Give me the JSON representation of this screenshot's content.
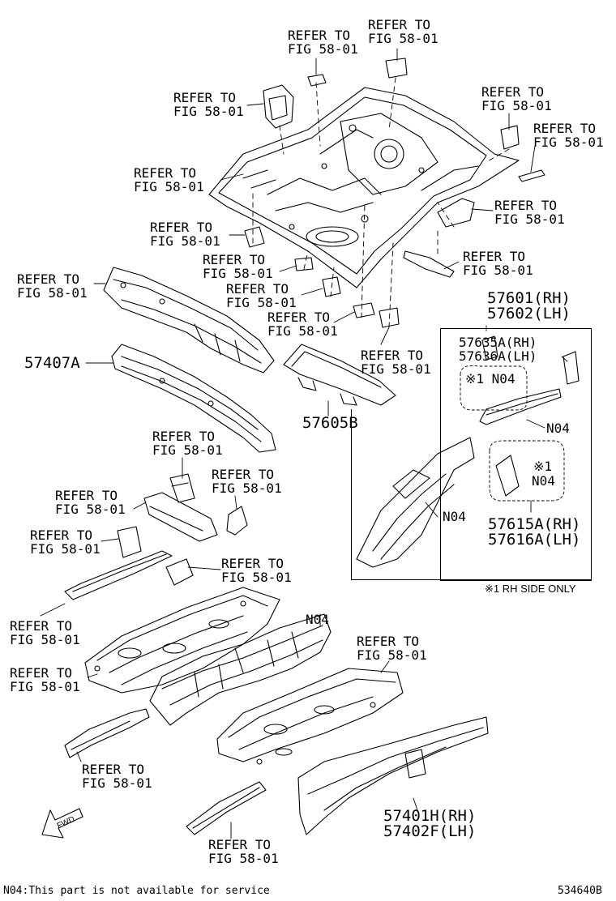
{
  "refer": {
    "l1": "REFER TO",
    "l2": "FIG 58-01"
  },
  "parts": {
    "p57407A": "57407A",
    "p57605B": "57605B",
    "p57601": "57601(RH)",
    "p57602": "57602(LH)",
    "p57635A": "57635A(RH)",
    "p57636A": "57636A(LH)",
    "p57615A": "57615A(RH)",
    "p57616A": "57616A(LH)",
    "p57401H": "57401H(RH)",
    "p57402F": "57402F(LH)",
    "n04": "N04",
    "rh_mark_n04": "※1 N04",
    "rh_mark": "※1"
  },
  "notes": {
    "rh_side_only": "※1 RH SIDE ONLY",
    "n04_note": "N04:This part is not available for service",
    "diagram_id": "534640B",
    "fwd": "FWD"
  }
}
